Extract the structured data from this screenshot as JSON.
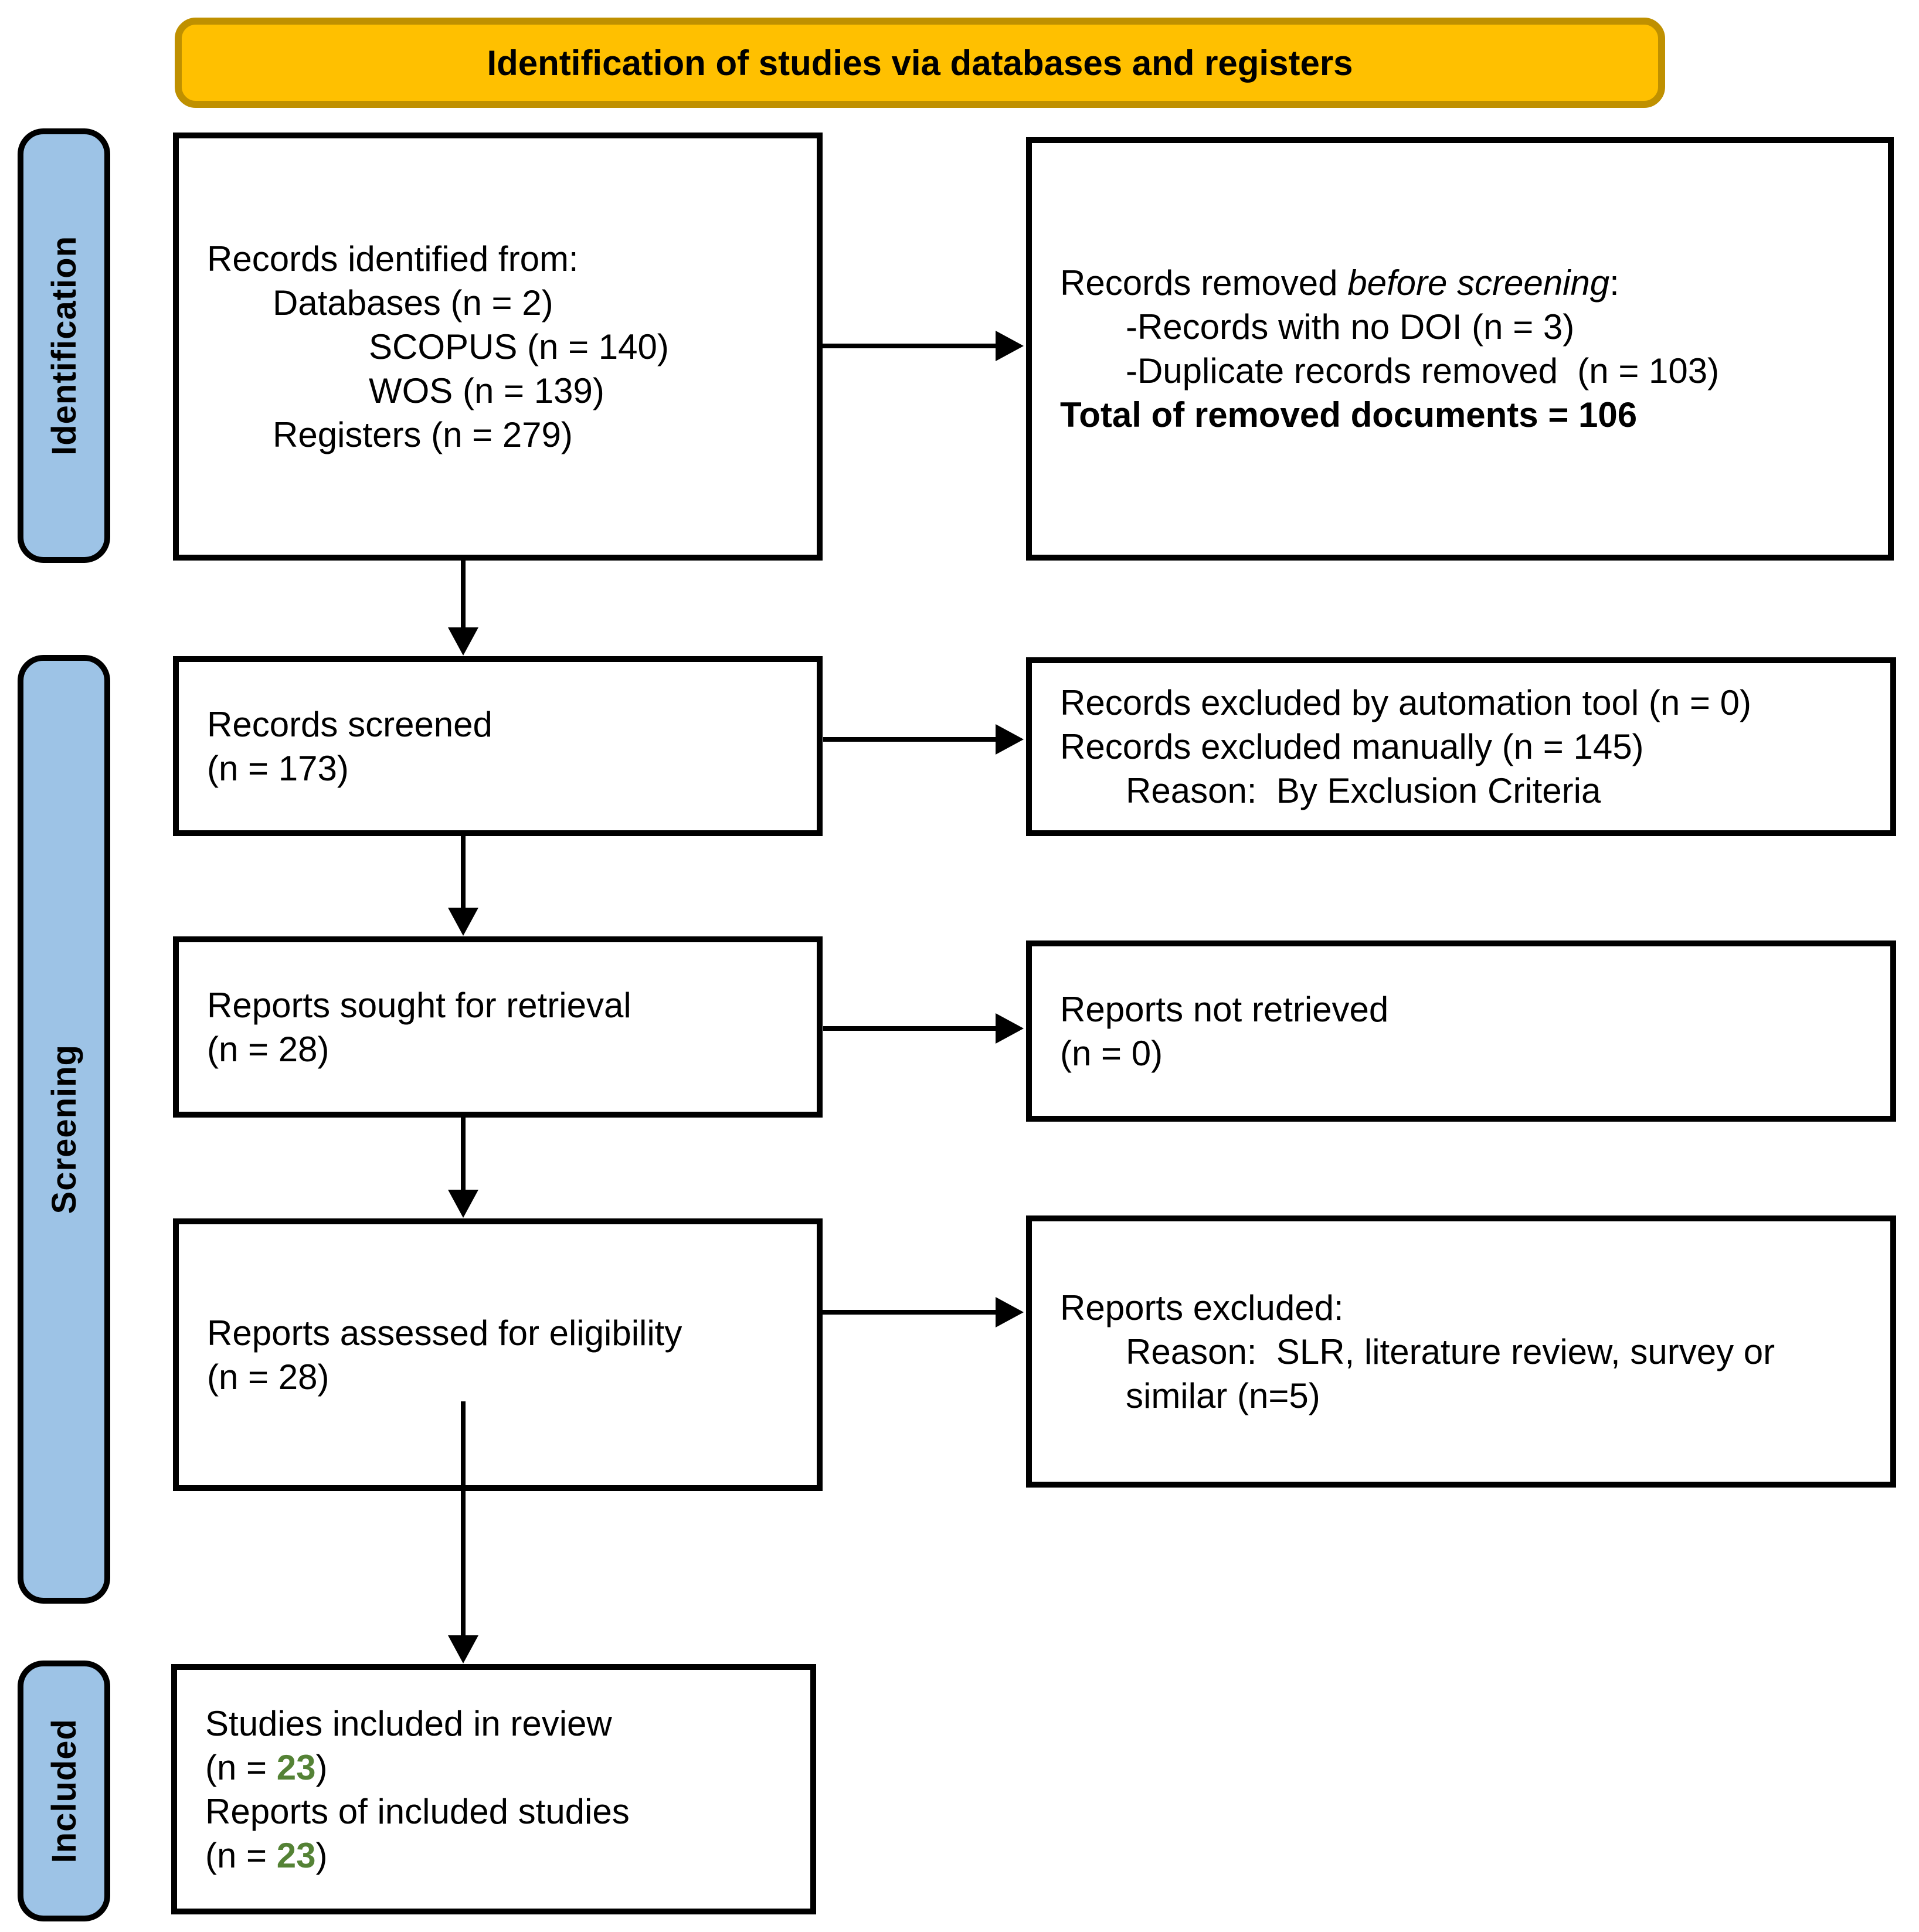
{
  "banner": {
    "title": "Identification of studies via databases and registers"
  },
  "sidebar": {
    "identification": "Identification",
    "screening": "Screening",
    "included": "Included"
  },
  "boxes": {
    "records_identified": {
      "lines": [
        {
          "indent": 0,
          "segments": [
            {
              "text": "Records identified from:"
            }
          ]
        },
        {
          "indent": 1,
          "segments": [
            {
              "text": "Databases (n = 2)"
            }
          ]
        },
        {
          "indent": 2,
          "segments": [
            {
              "text": "SCOPUS (n = 140)"
            }
          ]
        },
        {
          "indent": 2,
          "segments": [
            {
              "text": "WOS (n = 139)"
            }
          ]
        },
        {
          "indent": 1,
          "segments": [
            {
              "text": "Registers (n = 279)"
            }
          ]
        }
      ]
    },
    "records_removed": {
      "lines": [
        {
          "indent": 0,
          "segments": [
            {
              "text": "Records removed "
            },
            {
              "text": "before screening",
              "style": "italic"
            },
            {
              "text": ":"
            }
          ]
        },
        {
          "indent": 1,
          "segments": [
            {
              "text": "-Records with no DOI (n = 3)"
            }
          ]
        },
        {
          "indent": 1,
          "segments": [
            {
              "text": "-Duplicate records removed  (n = 103)"
            }
          ]
        },
        {
          "indent": 0,
          "segments": [
            {
              "text": "Total of removed documents = 106",
              "style": "bold"
            }
          ]
        }
      ]
    },
    "records_screened": {
      "lines": [
        {
          "indent": 0,
          "segments": [
            {
              "text": "Records screened"
            }
          ]
        },
        {
          "indent": 0,
          "segments": [
            {
              "text": "(n = 173)"
            }
          ]
        }
      ]
    },
    "records_excluded": {
      "lines": [
        {
          "indent": 0,
          "segments": [
            {
              "text": "Records excluded by automation tool (n = 0)"
            }
          ]
        },
        {
          "indent": 0,
          "segments": [
            {
              "text": "Records excluded manually (n = 145)"
            }
          ]
        },
        {
          "indent": 1,
          "segments": [
            {
              "text": "Reason:  By Exclusion Criteria"
            }
          ]
        }
      ]
    },
    "reports_sought": {
      "lines": [
        {
          "indent": 0,
          "segments": [
            {
              "text": "Reports sought for retrieval"
            }
          ]
        },
        {
          "indent": 0,
          "segments": [
            {
              "text": "(n = 28)"
            }
          ]
        }
      ]
    },
    "reports_not_retrieved": {
      "lines": [
        {
          "indent": 0,
          "segments": [
            {
              "text": "Reports not retrieved"
            }
          ]
        },
        {
          "indent": 0,
          "segments": [
            {
              "text": "(n = 0)"
            }
          ]
        }
      ]
    },
    "reports_assessed": {
      "lines": [
        {
          "indent": 0,
          "segments": [
            {
              "text": "Reports assessed for eligibility"
            }
          ]
        },
        {
          "indent": 0,
          "segments": [
            {
              "text": "(n = 28)"
            }
          ]
        }
      ]
    },
    "reports_excluded": {
      "lines": [
        {
          "indent": 0,
          "segments": [
            {
              "text": "Reports excluded:"
            }
          ]
        },
        {
          "indent": 1,
          "segments": [
            {
              "text": "Reason:  SLR, literature review, survey or"
            }
          ]
        },
        {
          "indent": 1,
          "segments": [
            {
              "text": "similar (n=5)"
            }
          ]
        }
      ]
    },
    "studies_included": {
      "lines": [
        {
          "indent": 0,
          "segments": [
            {
              "text": "Studies included in review"
            }
          ]
        },
        {
          "indent": 0,
          "segments": [
            {
              "text": "(n = "
            },
            {
              "text": "23",
              "style": "green"
            },
            {
              "text": ")"
            }
          ]
        },
        {
          "indent": 0,
          "segments": [
            {
              "text": "Reports of included studies"
            }
          ]
        },
        {
          "indent": 0,
          "segments": [
            {
              "text": "(n = "
            },
            {
              "text": "23",
              "style": "green"
            },
            {
              "text": ")"
            }
          ]
        }
      ]
    }
  },
  "colors": {
    "banner_fill": "#FFC000",
    "banner_border": "#BF9000",
    "sidebar_fill": "#9DC3E6",
    "green": "#548235"
  }
}
